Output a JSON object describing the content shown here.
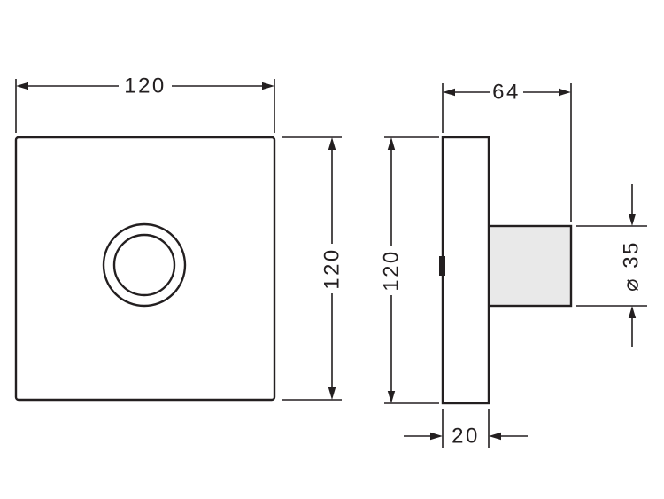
{
  "drawing": {
    "dimensions": {
      "front_width": "120",
      "front_height": "120",
      "side_height": "120",
      "side_depth": "64",
      "knob_diameter": "⌀ 35",
      "plate_thickness": "20"
    },
    "colors": {
      "line": "#231f20",
      "knob_fill": "#e9e9e9",
      "background": "#ffffff"
    }
  }
}
